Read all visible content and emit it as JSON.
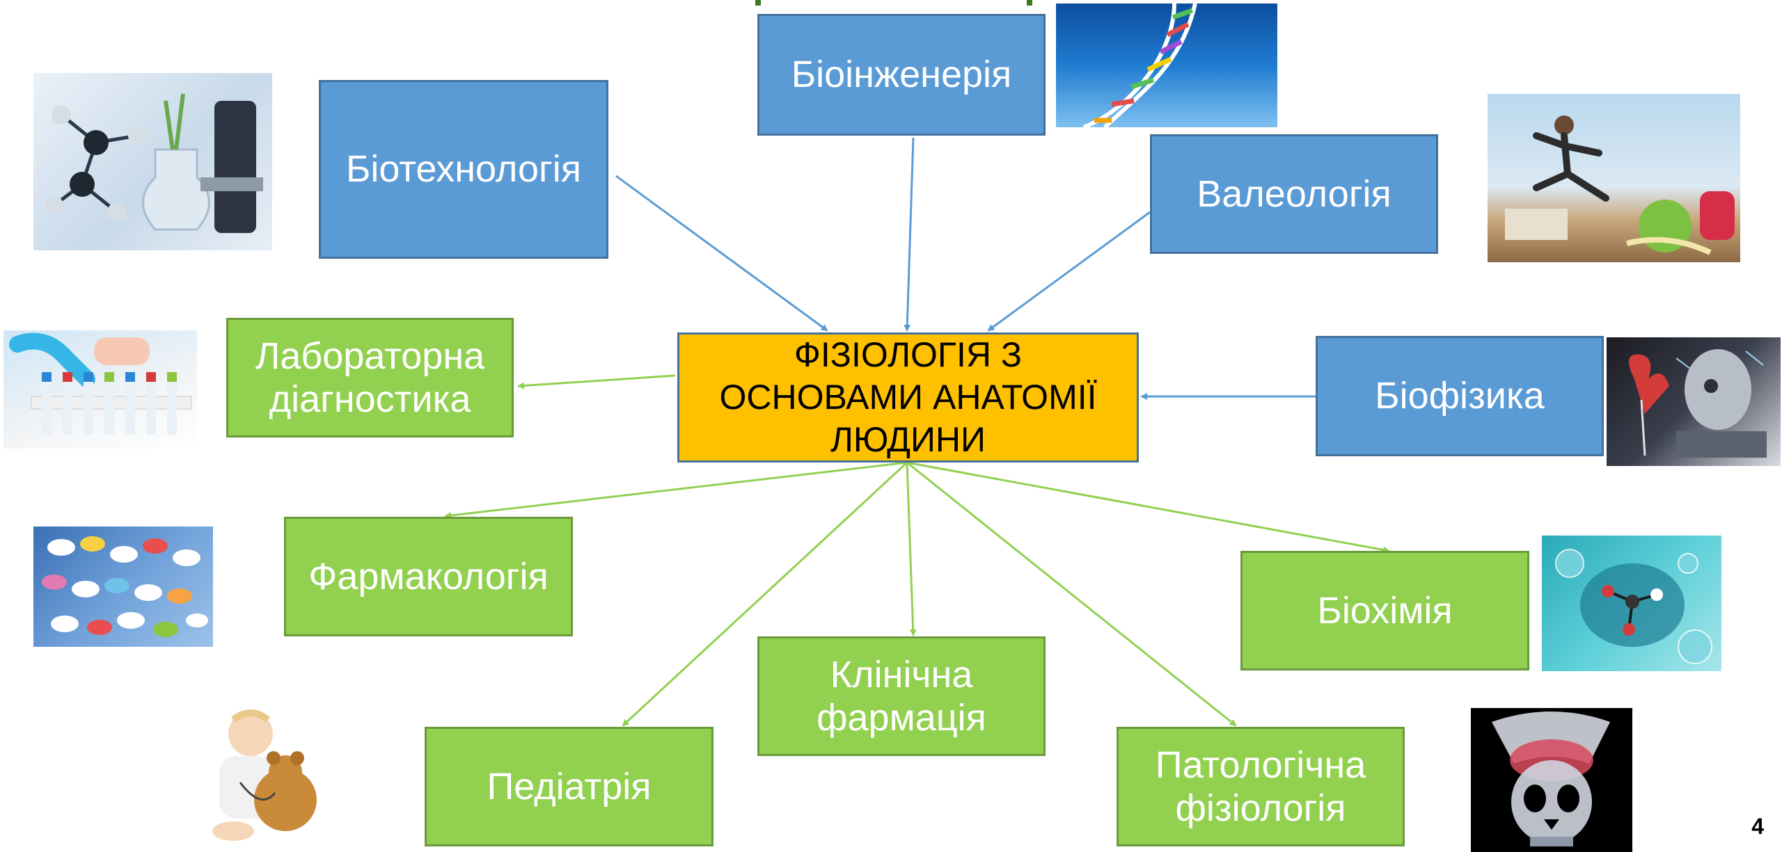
{
  "center": {
    "label": "ФІЗІОЛОГІЯ З ОСНОВАМИ АНАТОМІЇ ЛЮДИНИ"
  },
  "nodes": {
    "biotechnology": "Біотехнологія",
    "bioengineering": "Біоінженерія",
    "valeology": "Валеологія",
    "biophysics": "Біофізика",
    "lab_diagnostics": "Лабораторна діагностика",
    "pharmacology": "Фармакологія",
    "biochemistry": "Біохімія",
    "clinical_pharmacy": "Клінічна фармація",
    "pediatrics": "Педіатрія",
    "pathological_physiology": "Патологічна фізіологія"
  },
  "page_number": "4",
  "colors": {
    "incoming_box": "#5b9bd5",
    "outgoing_box": "#92d050",
    "center_box": "#ffc000",
    "incoming_arrow": "#5b9bd5",
    "outgoing_arrow": "#92d050",
    "title_fragment": "#3d7a1f"
  },
  "pictures": [
    "molecules-microscope-photo",
    "dna-helix-photo",
    "running-woman-apple-photo",
    "lab-test-tubes-photo",
    "brain-technology-photo",
    "pills-photo",
    "molecule-bubbles-photo",
    "baby-teddy-bear-photo",
    "skull-xray-photo"
  ]
}
